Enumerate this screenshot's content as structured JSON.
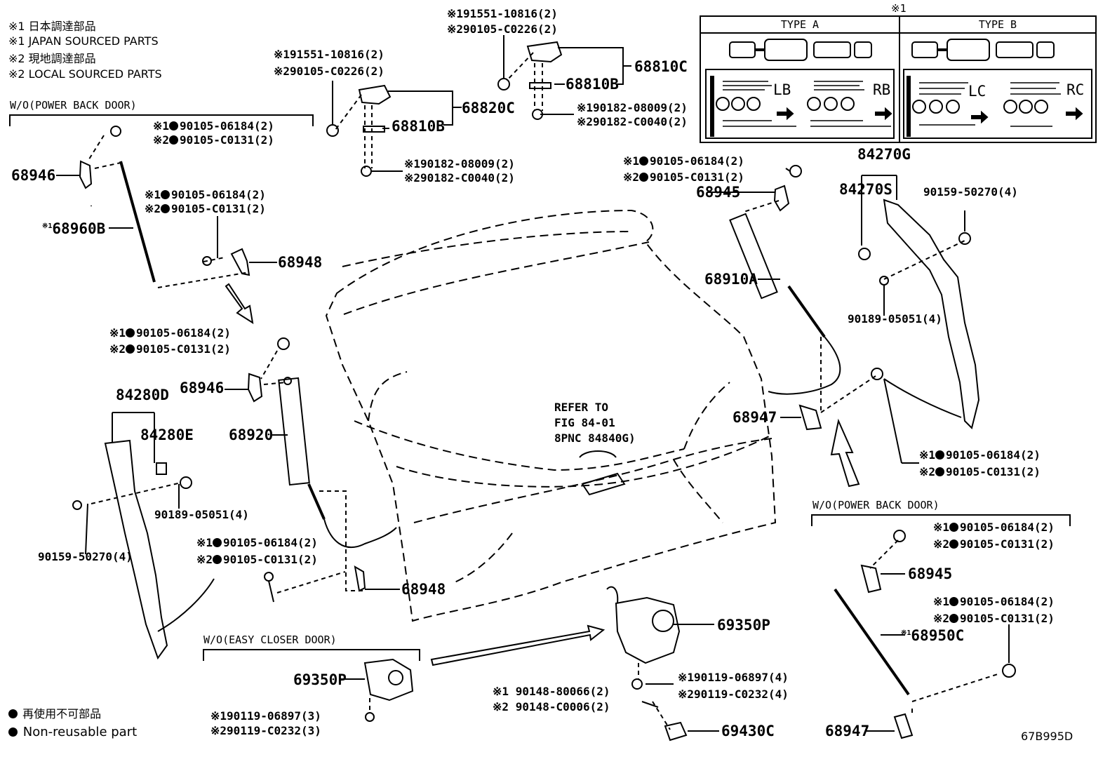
{
  "legend": {
    "line1": "※1 日本調達部品",
    "line2": "※1 JAPAN SOURCED PARTS",
    "line3": "※2 現地調達部品",
    "line4": "※2 LOCAL SOURCED PARTS",
    "nonreusable_jp": "再使用不可部品",
    "nonreusable_en": "Non-reusable part"
  },
  "groups": {
    "wo_power_left": "W/O(POWER BACK DOOR)",
    "wo_power_right": "W/O(POWER BACK DOOR)",
    "wo_easy_closer": "W/O(EASY CLOSER DOOR)"
  },
  "inset": {
    "mark": "※1",
    "type_a": "TYPE A",
    "type_b": "TYPE B",
    "lb": "LB",
    "rb": "RB",
    "lc": "LC",
    "rc": "RC"
  },
  "reference": {
    "line1": "REFER TO",
    "line2": "FIG 84-01",
    "line3": "8PNC 84840G)"
  },
  "diagram_code": "67B995D",
  "parts": {
    "p68946a": "68946",
    "p68960b": "68960B",
    "p68960b_mark": "※1",
    "p68948a": "68948",
    "p68946b": "68946",
    "p84280d": "84280D",
    "p84280e": "84280E",
    "p68920": "68920",
    "p68948b": "68948",
    "p68820c": "68820C",
    "p68810b_a": "68810B",
    "p68810c": "68810C",
    "p68810b_b": "68810B",
    "p68945a": "68945",
    "p68910a": "68910A",
    "p84270g": "84270G",
    "p84270s": "84270S",
    "p68947a": "68947",
    "p69350p_a": "69350P",
    "p69350p_b": "69350P",
    "p69430c": "69430C",
    "p68945b": "68945",
    "p68950c": "68950C",
    "p68950c_mark": "※1",
    "p68947b": "68947"
  },
  "subparts": {
    "s01a": "※1",
    "s01b": "90105-06184(2)",
    "s02a": "※2",
    "s02b": "90105-C0131(2)",
    "s03a": "※1",
    "s03b": "90105-06184(2)",
    "s04a": "※2",
    "s04b": "90105-C0131(2)",
    "s05a": "※1",
    "s05b": "90105-06184(2)",
    "s06a": "※2",
    "s06b": "90105-C0131(2)",
    "s07": "90189-05051(4)",
    "s08": "90159-50270(4)",
    "s09a": "※1",
    "s09b": "90105-06184(2)",
    "s10a": "※2",
    "s10b": "90105-C0131(2)",
    "s11a": "※1",
    "s11b": "91551-10816(2)",
    "s12a": "※2",
    "s12b": "90105-C0226(2)",
    "s13a": "※1",
    "s13b": "90182-08009(2)",
    "s14a": "※2",
    "s14b": "90182-C0040(2)",
    "s15a": "※1",
    "s15b": "91551-10816(2)",
    "s16a": "※2",
    "s16b": "90105-C0226(2)",
    "s17a": "※1",
    "s17b": "90182-08009(2)",
    "s18a": "※2",
    "s18b": "90182-C0040(2)",
    "s19a": "※1",
    "s19b": "90105-06184(2)",
    "s20a": "※2",
    "s20b": "90105-C0131(2)",
    "s21": "90159-50270(4)",
    "s22": "90189-05051(4)",
    "s23a": "※1",
    "s23b": "90105-06184(2)",
    "s24a": "※2",
    "s24b": "90105-C0131(2)",
    "s25a": "※1",
    "s25b": "90119-06897(3)",
    "s26a": "※2",
    "s26b": "90119-C0232(3)",
    "s27a": "※1",
    "s27b": "90148-80066(2)",
    "s28a": "※2",
    "s28b": "90148-C0006(2)",
    "s29a": "※1",
    "s29b": "90119-06897(4)",
    "s30a": "※2",
    "s30b": "90119-C0232(4)",
    "s31a": "※1",
    "s31b": "90105-06184(2)",
    "s32a": "※2",
    "s32b": "90105-C0131(2)",
    "s33a": "※1",
    "s33b": "90105-06184(2)",
    "s34a": "※2",
    "s34b": "90105-C0131(2)"
  }
}
